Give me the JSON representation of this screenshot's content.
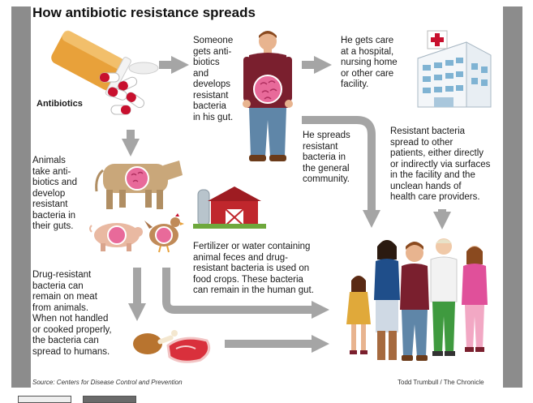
{
  "title": "How antibiotic resistance spreads",
  "labels": {
    "antibiotics": "Antibiotics",
    "someone": "Someone\ngets anti-\nbiotics\nand\ndevelops\nresistant\nbacteria\nin his gut.",
    "care": "He gets care\nat a hospital,\nnursing home\nor other care\nfacility.",
    "spreads": "He spreads\nresistant\nbacteria in\nthe general\ncommunity.",
    "patients": "Resistant bacteria\nspread to other\npatients, either directly\nor indirectly via surfaces\nin the facility and the\nunclean hands of\nhealth care providers.",
    "animals": "Animals\ntake anti-\nbiotics and\ndevelop\nresistant\nbacteria in\ntheir guts.",
    "fertilizer": "Fertilizer or water containing\nanimal feces and drug-\nresistant bacteria is used on\nfood crops. These bacteria\ncan remain in the human gut.",
    "meat": "Drug-resistant\nbacteria can\nremain on meat\nfrom animals.\nWhen not handled\nor cooked properly,\nthe bacteria can\nspread to humans."
  },
  "footer": {
    "source": "Source: Centers for Disease Control and Prevention",
    "credit": "Todd Trumbull / The Chronicle"
  },
  "colors": {
    "arrow": "#a5a5a5",
    "pill_orange": "#e8a13a",
    "capsule_red": "#c8102e",
    "bacteria_pink": "#e86a9a",
    "man_shirt": "#7a1f2e",
    "jeans": "#5f86a8",
    "cow": "#c9a77a",
    "pig": "#e9b9a2",
    "barn": "#c0272d",
    "hospital": "#e8eef3"
  }
}
